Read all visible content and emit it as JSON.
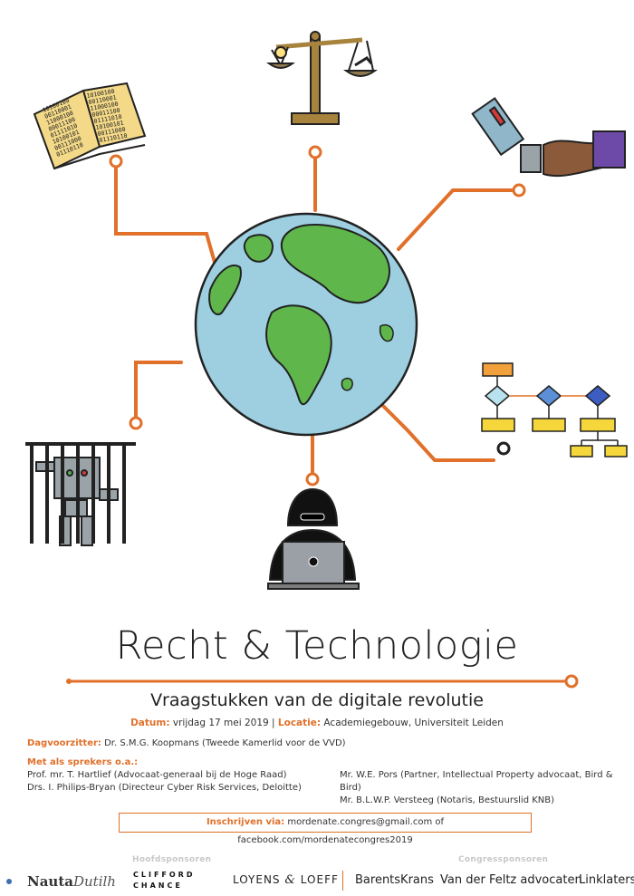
{
  "title": "Recht & Technologie",
  "subtitle": "Vraagstukken van de digitale revolutie",
  "date": {
    "label": "Datum:",
    "value": "vrijdag 17 mei 2019 | "
  },
  "location": {
    "label": "Locatie:",
    "value": "Academiegebouw, Universiteit Leiden"
  },
  "chair": {
    "label": "Dagvoorzitter:",
    "value": "Dr. S.M.G. Koopmans (Tweede Kamerlid voor de VVD)"
  },
  "speakers": {
    "heading": "Met als sprekers o.a.:",
    "left": [
      "Prof. mr. T. Hartlief (Advocaat-generaal bij de Hoge Raad)",
      "Drs. I. Philips-Bryan (Directeur Cyber Risk Services, Deloitte)"
    ],
    "right": [
      "Mr. W.E. Pors (Partner, Intellectual Property advocaat, Bird & Bird)",
      "Mr. B.L.W.P. Versteeg (Notaris, Bestuurslid  KNB)"
    ]
  },
  "register": {
    "label": "Inschrijven via:",
    "value": " mordenate.congres@gmail.com of facebook.com/mordenatecongres2019"
  },
  "sponsors": {
    "main_heading": "Hoofdsponsoren",
    "congress_heading": "Congressponsoren",
    "nauta_a": "Nauta",
    "nauta_b": "Dutilh",
    "clifford_1": "CLIFFORD",
    "clifford_2": "CHANCE",
    "loyens_a": "LOYENS",
    "loyens_amp": "&",
    "loyens_b": "LOEFF",
    "barents": "BarentsKrans",
    "feltz": "Van der Feltz advocaten",
    "linklaters": "Linklaters"
  },
  "icons": {
    "book": "binary-code-book-icon",
    "scales": "justice-scales-icon",
    "handshake": "robot-human-handshake-icon",
    "globe": "globe-icon",
    "flowchart": "flowchart-icon",
    "robot": "jailed-robot-icon",
    "hacker": "hacker-laptop-icon",
    "crest": "association-crest-icon"
  },
  "colors": {
    "accent": "#e0702a",
    "ocean": "#9dcfe0",
    "land": "#5fb64a"
  },
  "book_code": [
    "10100100",
    "00110001",
    "11000100",
    "00011100",
    "01111010",
    "10100101",
    "00111000",
    "01110110"
  ]
}
